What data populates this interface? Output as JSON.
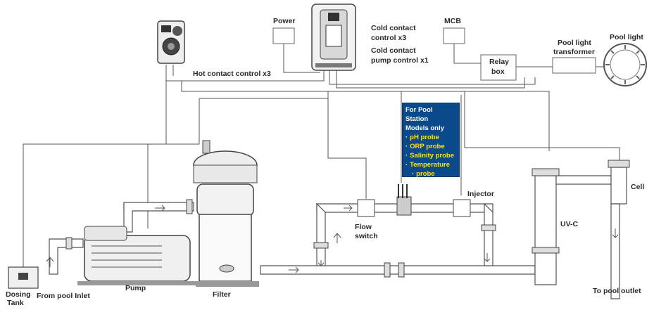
{
  "labels": {
    "power": "Power",
    "cold_contact_control": "Cold contact",
    "cold_contact_control_2": "control x3",
    "cold_contact_pump": "Cold contact",
    "cold_contact_pump_2": "pump control x1",
    "mcb": "MCB",
    "relay_box": "Relay",
    "relay_box_2": "box",
    "pool_light_transformer": "Pool light",
    "pool_light_transformer_2": "transformer",
    "pool_light": "Pool light",
    "hot_contact": "Hot contact control x3",
    "flow_switch": "Flow",
    "flow_switch_2": "switch",
    "injector": "Injector",
    "uvc": "UV-C",
    "cell": "Cell",
    "dosing_tank": "Dosing",
    "dosing_tank_2": "Tank",
    "from_pool_inlet": "From pool Inlet",
    "pump": "Pump",
    "filter": "Filter",
    "to_pool_outlet": "To pool outlet"
  },
  "callout": {
    "title_1": "For Pool Station",
    "title_2": "Models only",
    "items": [
      "pH probe",
      "ORP probe",
      "Salinity probe",
      "Temperature",
      "probe"
    ]
  },
  "colors": {
    "line": "#555555",
    "callout_bg": "#0b4a8a",
    "callout_text": "#ffe600"
  }
}
